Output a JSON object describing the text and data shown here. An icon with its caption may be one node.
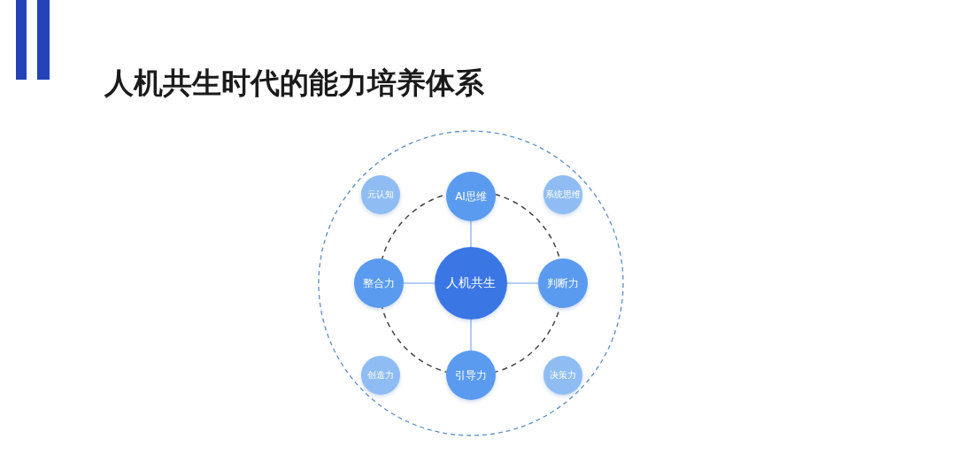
{
  "diagram": {
    "title": "人机共生时代的能力培养体系",
    "nodes": [
      {
        "text": [
          "元认知"
        ]
      },
      {
        "text": [
          "AI思维"
        ]
      },
      {
        "text": [
          "系统思维"
        ]
      },
      {
        "text": [
          "整合力"
        ]
      },
      {
        "text": [
          "人机共生"
        ]
      },
      {
        "text": [
          "判断力"
        ]
      },
      {
        "text": [
          "创造力"
        ]
      },
      {
        "text": [
          "引导力"
        ]
      },
      {
        "text": [
          "决策力"
        ]
      }
    ],
    "edges": [
      {
        "from": 4,
        "to": 1,
        "arrow": "none"
      },
      {
        "from": 4,
        "to": 3,
        "arrow": "none"
      },
      {
        "from": 4,
        "to": 5,
        "arrow": "none"
      },
      {
        "from": 4,
        "to": 7,
        "arrow": "none"
      }
    ]
  }
}
